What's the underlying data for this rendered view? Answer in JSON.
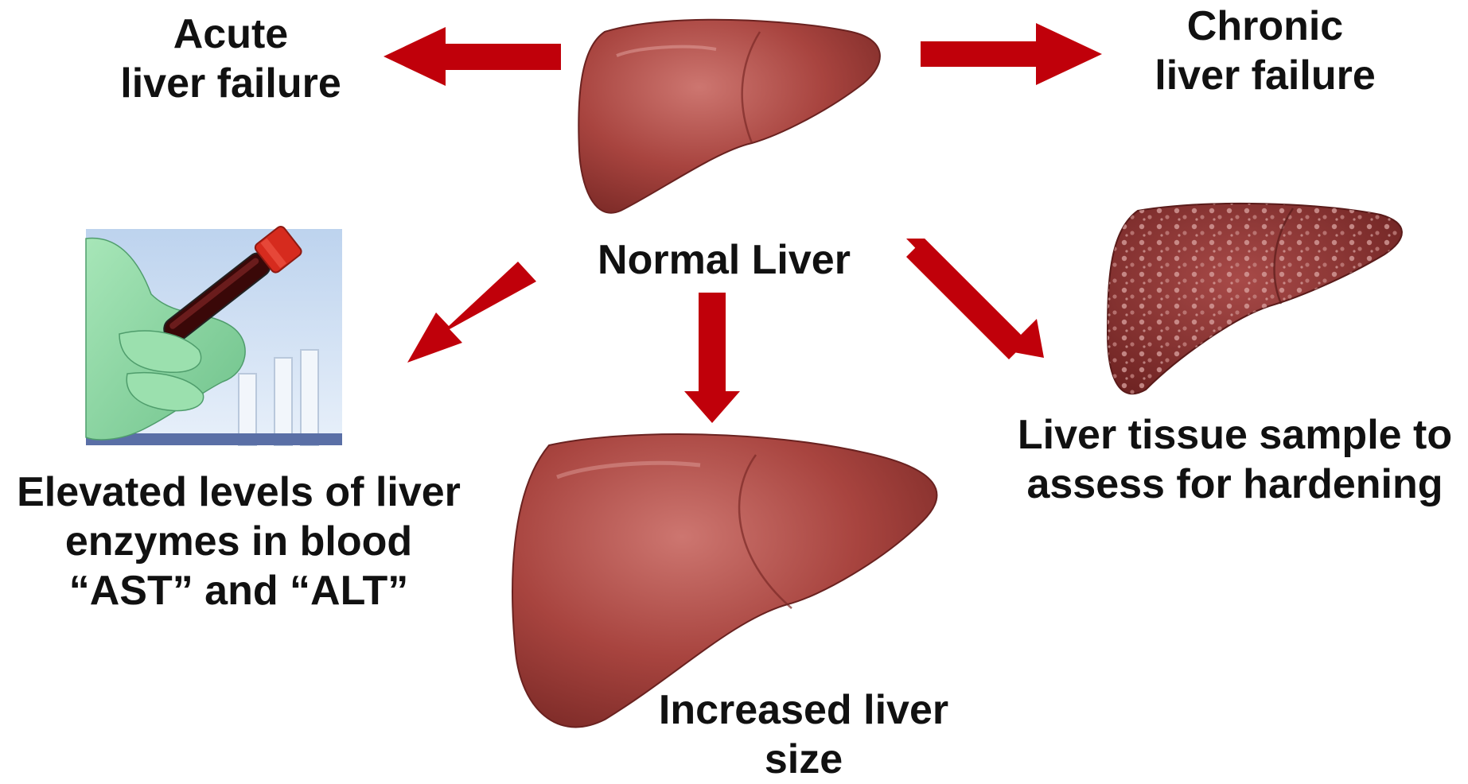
{
  "labels": {
    "acute": [
      "Acute",
      "liver failure"
    ],
    "chronic": [
      "Chronic",
      "liver failure"
    ],
    "normal": [
      "Normal Liver"
    ],
    "enzymes": [
      "Elevated levels of liver",
      "enzymes in blood",
      "“AST” and “ALT”"
    ],
    "tissue": [
      "Liver tissue sample to",
      "assess for hardening"
    ],
    "increased": [
      "Increased liver",
      "size"
    ]
  },
  "colors": {
    "arrow": "#c0000a",
    "liver": "#a6423e",
    "liver_light": "#c76b66",
    "liver_dark": "#7e2b28",
    "cirrhotic": "#8f3535",
    "glove": "#8fd6a5",
    "tube_blood": "#4a0c0c",
    "tube_cap": "#d62b1e"
  },
  "icons": [
    "normal-liver-image",
    "enlarged-liver-image",
    "cirrhotic-liver-image",
    "blood-sample-tube-image"
  ]
}
